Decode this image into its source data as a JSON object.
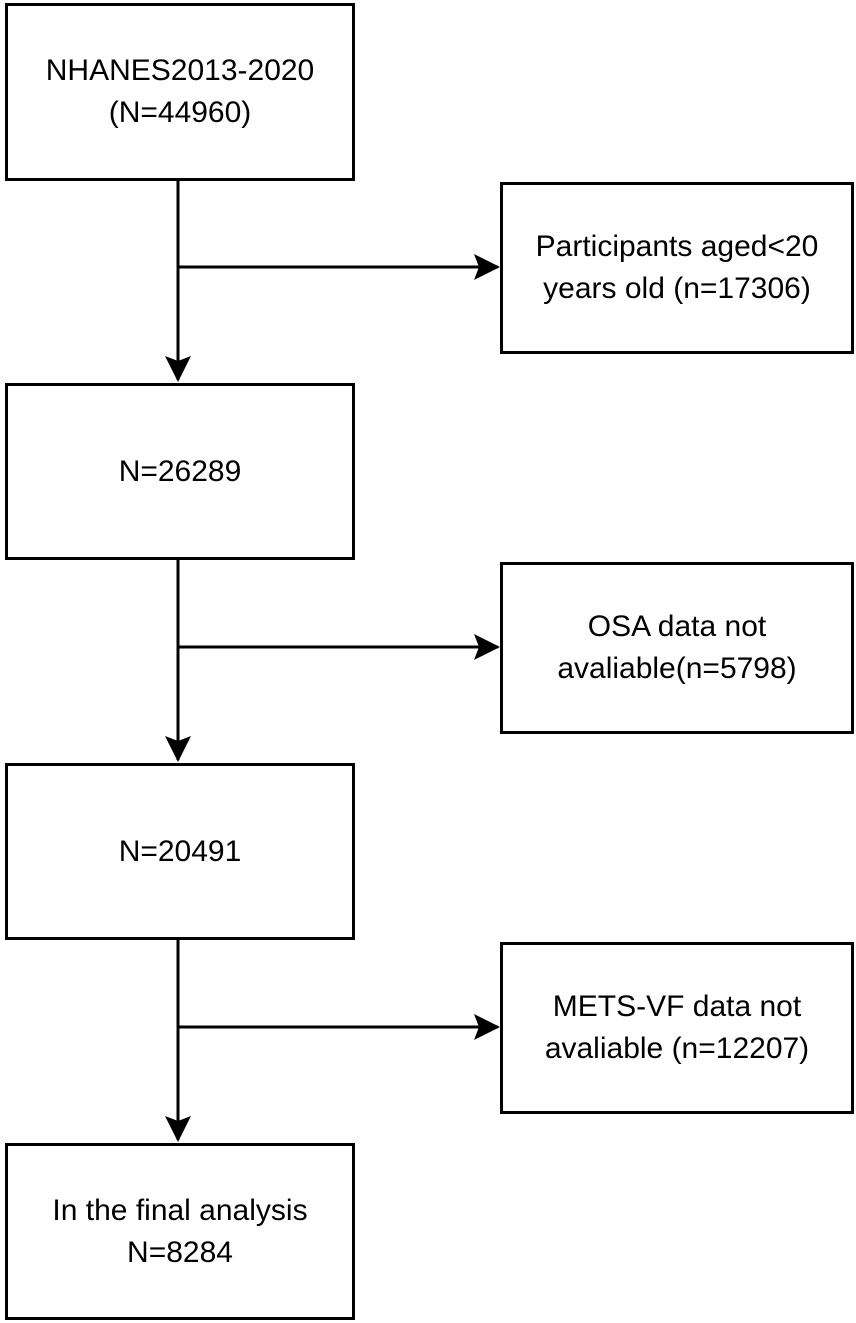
{
  "boxes": {
    "start": {
      "line1": "NHANES2013-2020",
      "line2": "(N=44960)"
    },
    "step1": {
      "line1": "N=26289"
    },
    "step2": {
      "line1": "N=20491"
    },
    "final": {
      "line1": "In the final analysis",
      "line2": "N=8284"
    }
  },
  "exclusions": {
    "age": {
      "line1": "Participants aged<20",
      "line2": "years old (n=17306)"
    },
    "osa": {
      "line1": "OSA data not",
      "line2": "avaliable(n=5798)"
    },
    "mets": {
      "line1": "METS-VF data not",
      "line2": "avaliable (n=12207)"
    }
  },
  "colors": {
    "stroke": "#000000",
    "background": "#ffffff"
  }
}
